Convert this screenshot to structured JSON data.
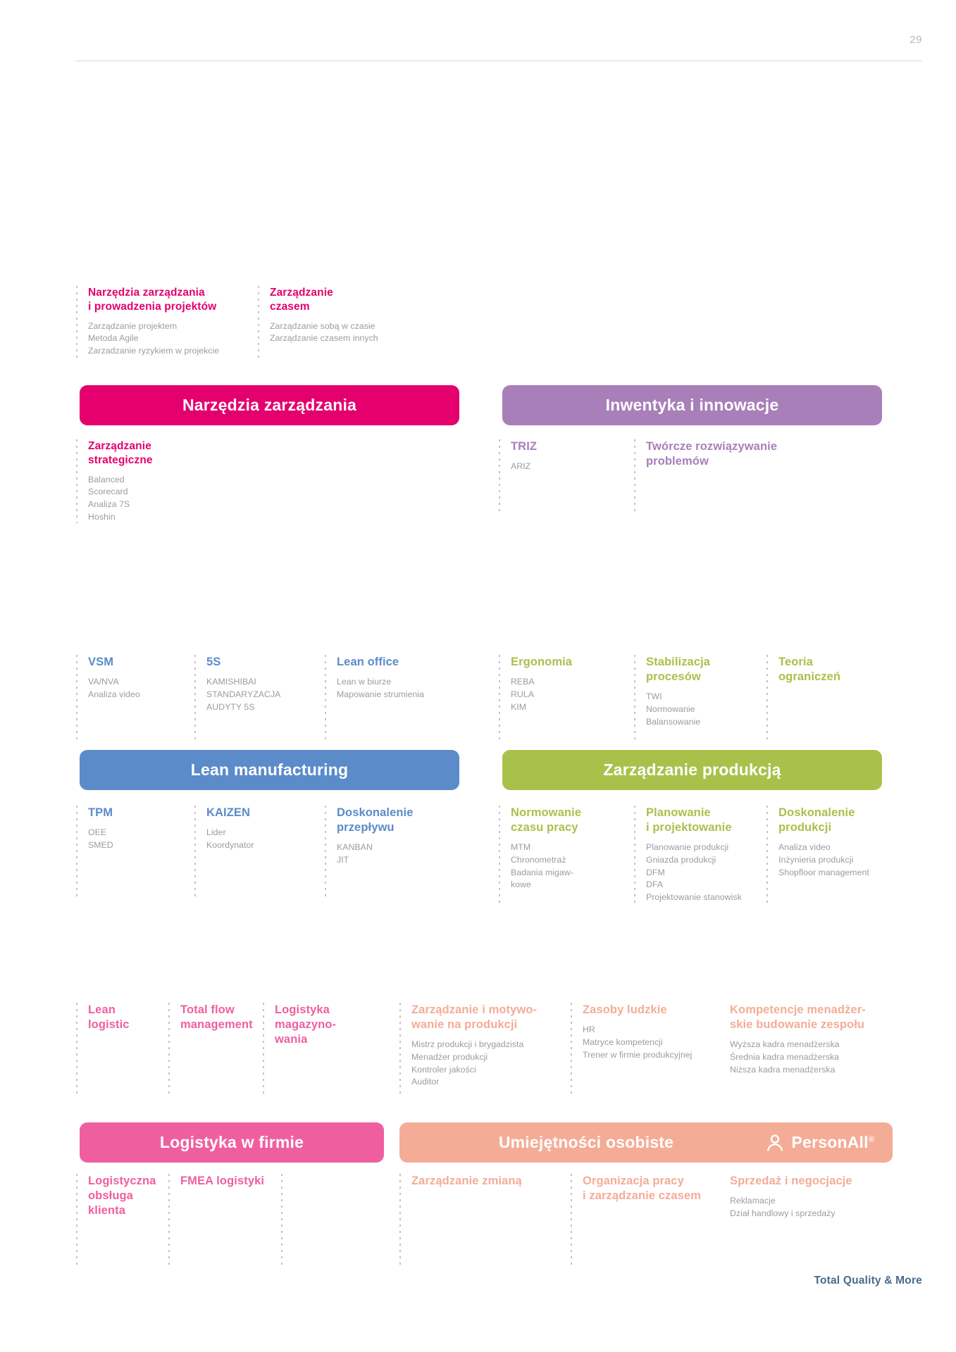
{
  "page": {
    "number": "29",
    "footer": "Total Quality & More"
  },
  "colors": {
    "pink": "#e4006d",
    "purple": "#a87fb9",
    "blue": "#5b8bc9",
    "green": "#a9c14b",
    "magenta": "#ef5fa0",
    "salmon": "#f4ac97",
    "body_text": "#9b9ba3",
    "footer": "#4a6a8a"
  },
  "sections": [
    {
      "id": "narzedzia-zarzadzania",
      "bar_label": "Narzędzia zarządzania",
      "bar_color": "#e4006d",
      "heading_color": "#e4006d",
      "top_columns": [
        {
          "heading": "Narzędzia zarządzania\ni prowadzenia projektów",
          "items": [
            "Zarządzanie projektem",
            "Metoda Agile",
            "Zarzadzanie ryzykiem w projekcie"
          ]
        },
        {
          "heading": "Zarządzanie\nczasem",
          "items": [
            "Zarządzanie sobą w czasie",
            "Zarządzanie czasem innych"
          ]
        }
      ],
      "bottom_columns": [
        {
          "heading": "Zarządzanie\nstrategiczne",
          "items": [
            "Balanced",
            "Scorecard",
            "Analiza 7S",
            "Hoshin"
          ]
        }
      ]
    },
    {
      "id": "inwentyka-i-innowacje",
      "bar_label": "Inwentyka i innowacje",
      "bar_color": "#a87fb9",
      "heading_color": "#a87fb9",
      "top_columns": [],
      "bottom_columns": [
        {
          "heading": "TRIZ",
          "items": [
            "ARIZ"
          ]
        },
        {
          "heading": "Twórcze rozwiązywanie\nproblemów",
          "items": []
        }
      ]
    },
    {
      "id": "lean-manufacturing",
      "bar_label": "Lean manufacturing",
      "bar_color": "#5b8bc9",
      "heading_color": "#5b8bc9",
      "top_columns": [
        {
          "heading": "VSM",
          "items": [
            "VA/NVA",
            "Analiza video"
          ]
        },
        {
          "heading": "5S",
          "items": [
            "KAMISHIBAI",
            "STANDARYZACJA",
            "AUDYTY 5S"
          ]
        },
        {
          "heading": "Lean office",
          "items": [
            "Lean w biurze",
            "Mapowanie strumienia"
          ]
        }
      ],
      "bottom_columns": [
        {
          "heading": "TPM",
          "items": [
            "OEE",
            "SMED"
          ]
        },
        {
          "heading": "KAIZEN",
          "items": [
            "Lider",
            "Koordynator"
          ]
        },
        {
          "heading": "Doskonalenie\nprzepływu",
          "items": [
            "KANBAN",
            "JIT"
          ]
        }
      ]
    },
    {
      "id": "zarzadzanie-produkcja",
      "bar_label": "Zarządzanie produkcją",
      "bar_color": "#a9c14b",
      "heading_color": "#a9c14b",
      "top_columns": [
        {
          "heading": "Ergonomia",
          "items": [
            "REBA",
            "RULA",
            "KIM"
          ]
        },
        {
          "heading": "Stabilizacja\nprocesów",
          "items": [
            "TWI",
            "Normowanie",
            "Balansowanie"
          ]
        },
        {
          "heading": "Teoria\nograniczeń",
          "items": []
        }
      ],
      "bottom_columns": [
        {
          "heading": "Normowanie\nczasu pracy",
          "items": [
            "MTM",
            "Chronometraż",
            "Badania migaw-",
            "kowe"
          ]
        },
        {
          "heading": "Planowanie\ni projektowanie",
          "items": [
            "Planowanie produkcji",
            "Gniazda produkcji",
            "DFM",
            "DFA",
            "Projektowanie stanowisk"
          ]
        },
        {
          "heading": "Doskonalenie\nprodukcji",
          "items": [
            "Analiza video",
            "Inżynieria produkcji",
            "Shopfloor management"
          ]
        }
      ]
    },
    {
      "id": "logistyka-w-firmie",
      "bar_label": "Logistyka w firmie",
      "bar_color": "#ef5fa0",
      "heading_color": "#ef5fa0",
      "top_columns": [
        {
          "heading": "Lean\nlogistic",
          "items": []
        },
        {
          "heading": "Total flow\nmanagement",
          "items": []
        },
        {
          "heading": "Logistyka\nmagazyno-\nwania",
          "items": []
        }
      ],
      "bottom_columns": [
        {
          "heading": "Logistyczna\nobsługa\nklienta",
          "items": []
        },
        {
          "heading": "FMEA logistyki",
          "items": []
        }
      ]
    },
    {
      "id": "umiejetnosci-osobiste",
      "bar_label": "Umiejętności osobiste",
      "bar_color": "#f4ac97",
      "heading_color": "#f4ac97",
      "logo": {
        "text": "PersonAll",
        "registered": "®",
        "icon": "person-icon"
      },
      "top_columns": [
        {
          "heading": "Zarządzanie i motywo-\nwanie na produkcji",
          "items": [
            "Mistrz produkcji i brygadzista",
            "Menadżer produkcji",
            "Kontroler jakości",
            "Auditor"
          ]
        },
        {
          "heading": "Zasoby ludzkie",
          "items": [
            "HR",
            "Matryce kompetencji",
            "Trener w firmie produkcyjnej"
          ]
        },
        {
          "heading": "Kompetencje menadżer-\nskie budowanie zespołu",
          "items": [
            "Wyższa kadra menadżerska",
            "Średnia kadra menadżerska",
            "Niższa kadra menadżerska"
          ]
        }
      ],
      "bottom_columns": [
        {
          "heading": "Zarządzanie zmianą",
          "items": []
        },
        {
          "heading": "Organizacja pracy\ni zarządzanie czasem",
          "items": []
        },
        {
          "heading": "Sprzedaż i negocjacje",
          "items": [
            "Reklamacje",
            "Dział handlowy i sprzedaży"
          ]
        }
      ]
    }
  ]
}
